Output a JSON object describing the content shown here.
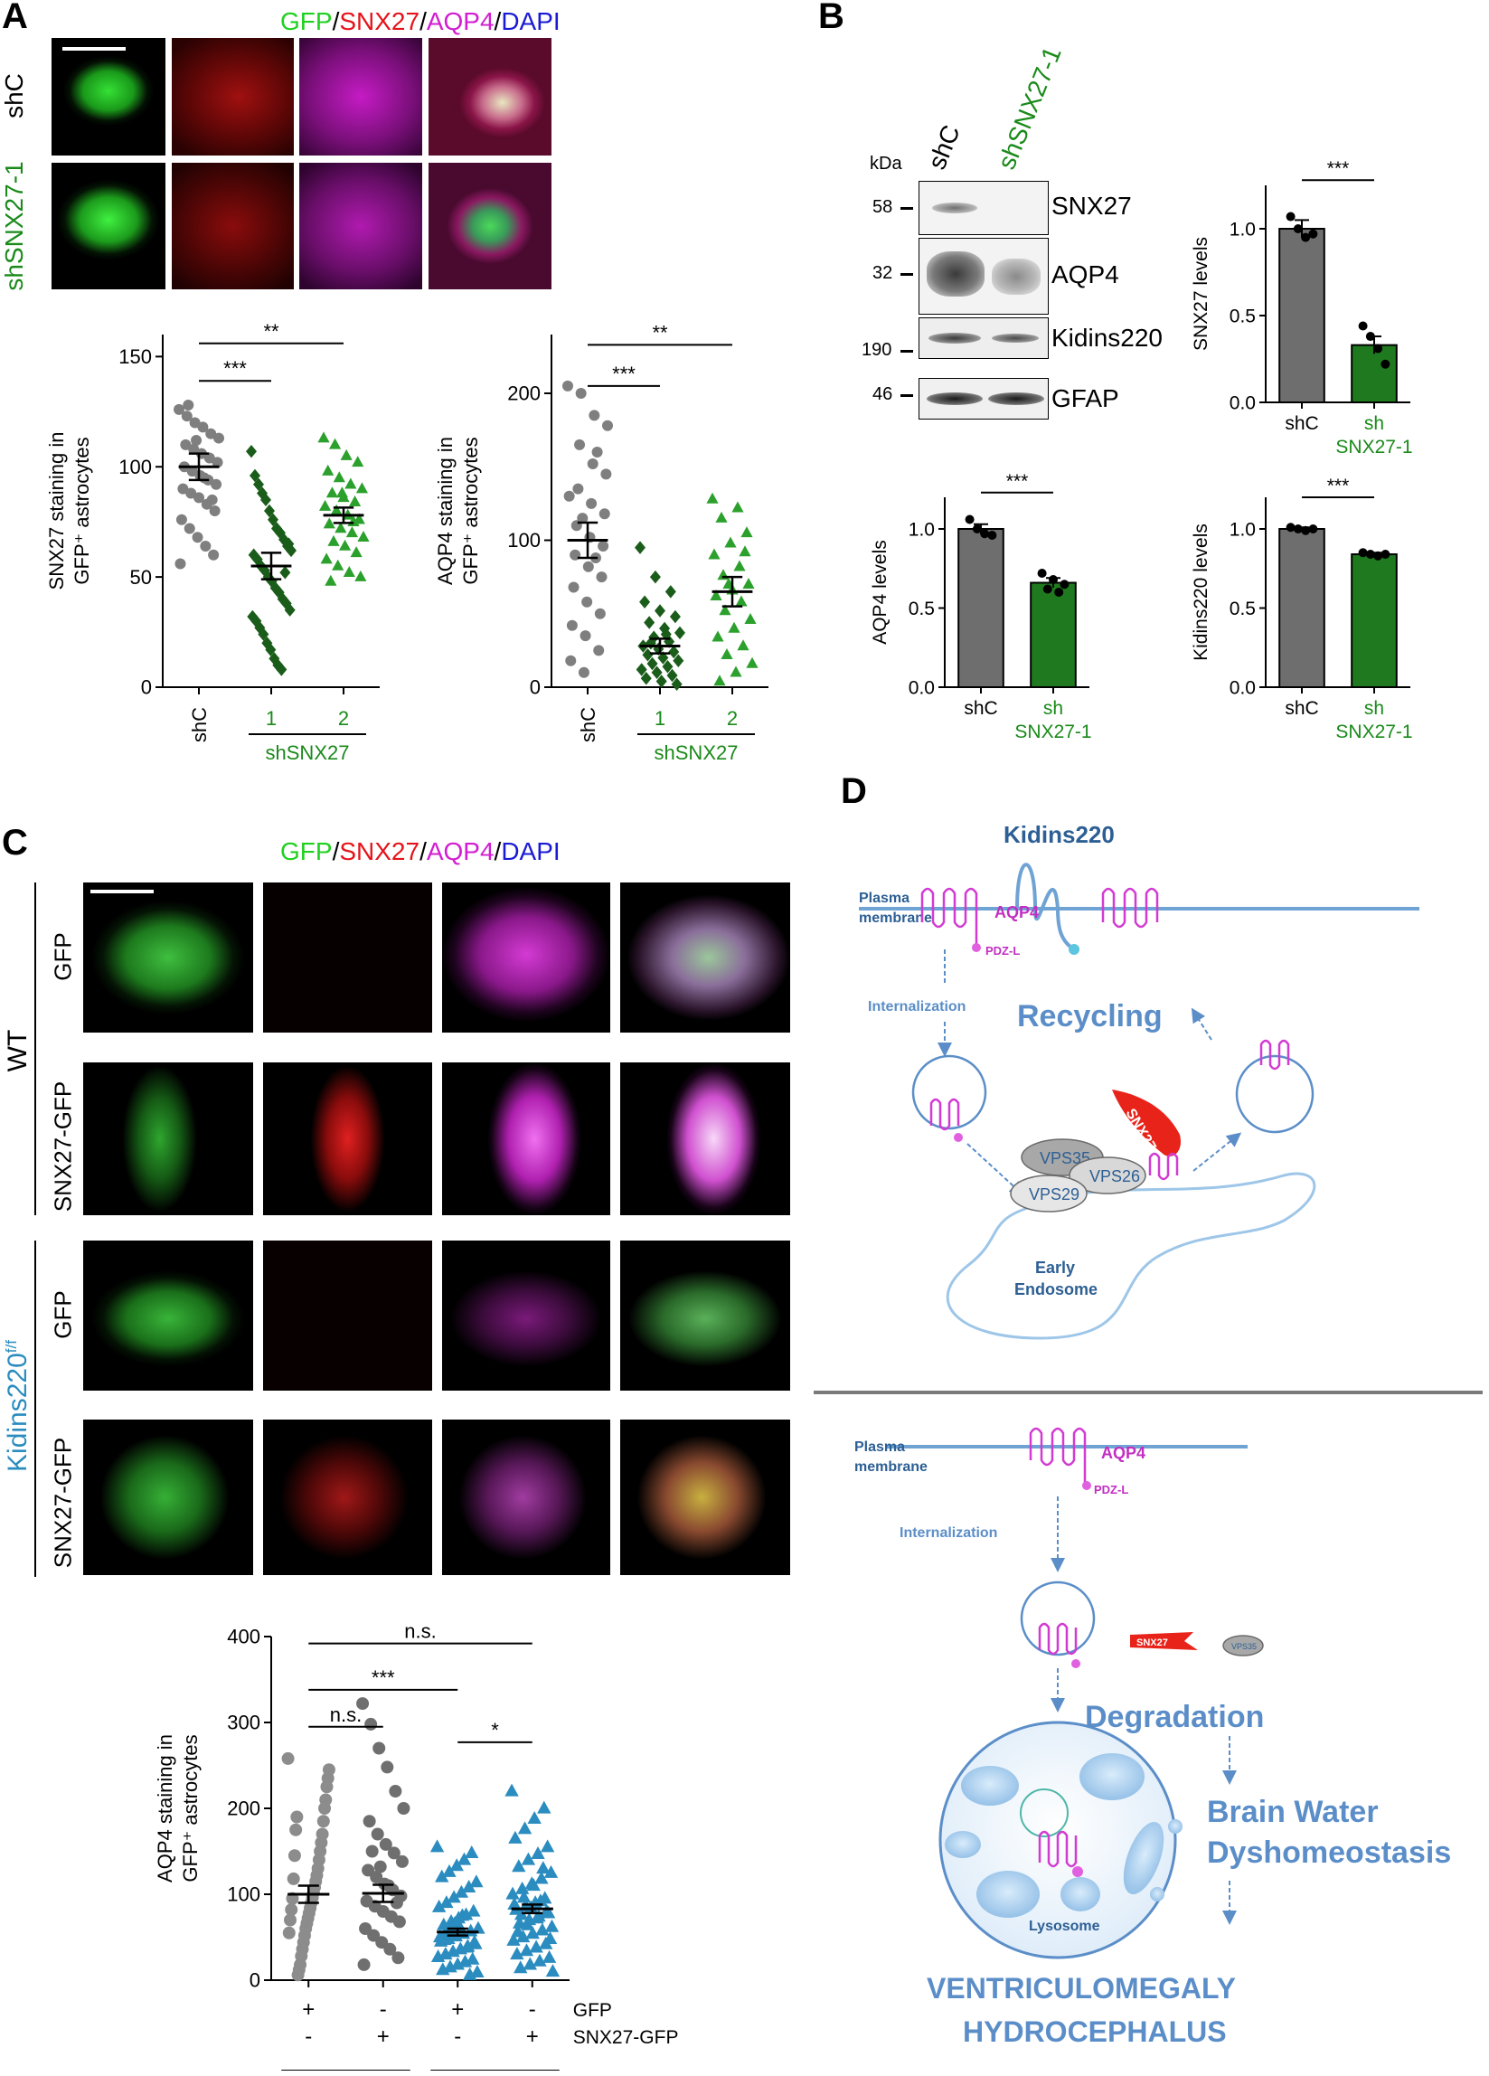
{
  "panels": {
    "a": "A",
    "b": "B",
    "c": "C",
    "d": "D"
  },
  "panel_a": {
    "channel_title": [
      {
        "text": "GFP",
        "color": "#1fd11f"
      },
      {
        "text": "/",
        "color": "#000000"
      },
      {
        "text": "SNX27",
        "color": "#e5141b"
      },
      {
        "text": "/",
        "color": "#000000"
      },
      {
        "text": "AQP4",
        "color": "#d21dd2"
      },
      {
        "text": "/",
        "color": "#000000"
      },
      {
        "text": "DAPI",
        "color": "#1a1ad4"
      }
    ],
    "row_labels": [
      "shC",
      "shSNX27-1"
    ]
  },
  "panel_b": {
    "lanes": [
      "shC",
      "shSNX27-1"
    ],
    "kda_title": "kDa",
    "markers": [
      "58",
      "32",
      "190",
      "46"
    ],
    "bands": [
      "SNX27",
      "AQP4",
      "Kidins220",
      "GFAP"
    ]
  },
  "panel_c": {
    "channel_title": [
      {
        "text": "GFP",
        "color": "#1fd11f"
      },
      {
        "text": "/",
        "color": "#000000"
      },
      {
        "text": "SNX27",
        "color": "#e5141b"
      },
      {
        "text": "/",
        "color": "#000000"
      },
      {
        "text": "AQP4",
        "color": "#d21dd2"
      },
      {
        "text": "/",
        "color": "#000000"
      },
      {
        "text": "DAPI",
        "color": "#1a1ad4"
      }
    ],
    "group_labels": [
      "WT",
      "Kidins220",
      "f/f"
    ],
    "row_labels": [
      "GFP",
      "SNX27-GFP",
      "GFP",
      "SNX27-GFP"
    ]
  },
  "panel_d": {
    "top": {
      "kidins220": "Kidins220",
      "plasma": "Plasma",
      "membrane": "membrane",
      "aqp4": "AQP4",
      "pdzl": "PDZ-L",
      "internalization": "Internalization",
      "recycling": "Recycling",
      "snx27": "SNX27",
      "vps35": "VPS35",
      "vps26": "VPS26",
      "vps29": "VPS29",
      "early": "Early",
      "endosome": "Endosome"
    },
    "bottom": {
      "plasma": "Plasma",
      "membrane": "membrane",
      "aqp4": "AQP4",
      "pdzl": "PDZ-L",
      "internalization": "Internalization",
      "snx27": "SNX27",
      "vps35": "VPS35",
      "degradation": "Degradation",
      "brain": "Brain Water",
      "dysho": "Dyshomeostasis",
      "lysosome": "Lysosome",
      "ventriculo": "VENTRICULOMEGALY",
      "hydro": "HYDROCEPHALUS"
    }
  },
  "chart_data": [
    {
      "id": "a-snx27",
      "type": "scatter",
      "ylabel": [
        "SNX27 staining in",
        "GFP⁺ astrocytes"
      ],
      "ylim": [
        0,
        160
      ],
      "yticks": [
        0,
        50,
        100,
        150
      ],
      "categories": [
        "shC",
        "1",
        "2"
      ],
      "category_colors": [
        "#000000",
        "#1a8a1a",
        "#1a8a1a"
      ],
      "group_label": "shSNX27",
      "means": [
        100,
        55,
        78
      ],
      "sems": [
        6,
        6,
        3.5
      ],
      "markers": [
        "circle",
        "diamond",
        "triangle"
      ],
      "colors": [
        "#7f7f7f",
        "#1a5c1a",
        "#2ca02c"
      ],
      "points": [
        [
          126,
          123,
          120,
          118,
          115,
          113,
          110,
          108,
          106,
          104,
          102,
          100,
          98,
          96,
          94,
          92,
          90,
          88,
          86,
          83,
          80,
          76,
          72,
          68,
          64,
          60,
          56,
          128,
          112,
          95,
          85
        ],
        [
          107,
          96,
          92,
          88,
          85,
          80,
          76,
          72,
          70,
          67,
          64,
          62,
          60,
          58,
          55,
          53,
          50,
          48,
          45,
          43,
          40,
          38,
          35,
          32,
          30,
          27,
          24,
          20,
          17,
          13,
          10,
          8,
          52,
          65
        ],
        [
          113,
          110,
          105,
          102,
          98,
          95,
          92,
          90,
          88,
          86,
          84,
          82,
          80,
          78,
          76,
          74,
          72,
          70,
          68,
          66,
          64,
          61,
          58,
          55,
          52,
          50,
          48,
          88,
          75
        ]
      ],
      "sig": [
        {
          "from": 0,
          "to": 1,
          "label": "***",
          "y": 139
        },
        {
          "from": 0,
          "to": 2,
          "label": "**",
          "y": 156
        }
      ]
    },
    {
      "id": "a-aqp4",
      "type": "scatter",
      "ylabel": [
        "AQP4 staining in",
        "GFP⁺ astrocytes"
      ],
      "ylim": [
        0,
        240
      ],
      "yticks": [
        0,
        100,
        200
      ],
      "categories": [
        "shC",
        "1",
        "2"
      ],
      "category_colors": [
        "#000000",
        "#1a8a1a",
        "#1a8a1a"
      ],
      "group_label": "shSNX27",
      "means": [
        100,
        28,
        65
      ],
      "sems": [
        12,
        5,
        10
      ],
      "markers": [
        "circle",
        "diamond",
        "triangle"
      ],
      "colors": [
        "#7f7f7f",
        "#1a5c1a",
        "#2ca02c"
      ],
      "points": [
        [
          205,
          200,
          185,
          178,
          165,
          152,
          145,
          135,
          125,
          118,
          110,
          102,
          96,
          90,
          82,
          75,
          68,
          58,
          50,
          42,
          35,
          25,
          18,
          10,
          160,
          130,
          115,
          88
        ],
        [
          95,
          75,
          65,
          58,
          52,
          48,
          44,
          40,
          37,
          34,
          31,
          28,
          26,
          24,
          22,
          20,
          18,
          16,
          14,
          12,
          10,
          8,
          6,
          4,
          2,
          30,
          36
        ],
        [
          128,
          122,
          115,
          105,
          98,
          90,
          82,
          76,
          70,
          66,
          62,
          58,
          52,
          46,
          40,
          34,
          28,
          22,
          16,
          10,
          4,
          92,
          70
        ]
      ],
      "sig": [
        {
          "from": 0,
          "to": 1,
          "label": "***",
          "y": 205
        },
        {
          "from": 0,
          "to": 2,
          "label": "**",
          "y": 233
        }
      ]
    },
    {
      "id": "b-snx27",
      "type": "bar",
      "ylabel": [
        "SNX27 levels"
      ],
      "ylim": [
        0,
        1.25
      ],
      "yticks": [
        0,
        0.5,
        1.0
      ],
      "ytick_labels": [
        "0.0",
        "0.5",
        "1.0"
      ],
      "categories": [
        "shC",
        "sh\nSNX27-1"
      ],
      "category_colors": [
        "#000000",
        "#1a8a1a"
      ],
      "values": [
        1.0,
        0.33
      ],
      "errors": [
        0.05,
        0.05
      ],
      "colors": [
        "#6e6e6e",
        "#1f7a1f"
      ],
      "points": [
        [
          1.07,
          1.0,
          0.95,
          0.97
        ],
        [
          0.44,
          0.38,
          0.31,
          0.22
        ]
      ],
      "sig": [
        {
          "from": 0,
          "to": 1,
          "label": "***",
          "y": 1.28
        }
      ]
    },
    {
      "id": "b-aqp4",
      "type": "bar",
      "ylabel": [
        "AQP4 levels"
      ],
      "ylim": [
        0,
        1.2
      ],
      "yticks": [
        0,
        0.5,
        1.0
      ],
      "ytick_labels": [
        "0.0",
        "0.5",
        "1.0"
      ],
      "categories": [
        "shC",
        "sh\nSNX27-1"
      ],
      "category_colors": [
        "#000000",
        "#1a8a1a"
      ],
      "values": [
        1.0,
        0.66
      ],
      "errors": [
        0.03,
        0.03
      ],
      "colors": [
        "#6e6e6e",
        "#1f7a1f"
      ],
      "points": [
        [
          1.06,
          1.0,
          0.97,
          0.96
        ],
        [
          0.72,
          0.68,
          0.65,
          0.62,
          0.6
        ]
      ],
      "sig": [
        {
          "from": 0,
          "to": 1,
          "label": "***",
          "y": 1.23
        }
      ]
    },
    {
      "id": "b-kidins",
      "type": "bar",
      "ylabel": [
        "Kidins220 levels"
      ],
      "ylim": [
        0,
        1.2
      ],
      "yticks": [
        0,
        0.5,
        1.0
      ],
      "ytick_labels": [
        "0.0",
        "0.5",
        "1.0"
      ],
      "categories": [
        "shC",
        "sh\nSNX27-1"
      ],
      "category_colors": [
        "#000000",
        "#1a8a1a"
      ],
      "values": [
        1.0,
        0.84
      ],
      "errors": [
        0.01,
        0.01
      ],
      "colors": [
        "#6e6e6e",
        "#1f7a1f"
      ],
      "points": [
        [
          1.01,
          1.0,
          0.99,
          1.0
        ],
        [
          0.85,
          0.84,
          0.83,
          0.84
        ]
      ],
      "sig": [
        {
          "from": 0,
          "to": 1,
          "label": "***",
          "y": 1.2
        }
      ]
    },
    {
      "id": "c-aqp4",
      "type": "scatter",
      "ylabel": [
        "AQP4 staining in",
        "GFP⁺ astrocytes"
      ],
      "ylim": [
        0,
        400
      ],
      "yticks": [
        0,
        100,
        200,
        300,
        400
      ],
      "categories": [
        "",
        "",
        "",
        ""
      ],
      "means": [
        100,
        101,
        56,
        83
      ],
      "sems": [
        10,
        10,
        4,
        5
      ],
      "markers": [
        "circle",
        "circle",
        "triangle",
        "triangle"
      ],
      "colors": [
        "#8c8c8c",
        "#6f6f6f",
        "#2b8cbf",
        "#2b8cbf"
      ],
      "rows": [
        {
          "label": "GFP",
          "values": [
            "+",
            "-",
            "+",
            "-"
          ]
        },
        {
          "label": "SNX27-GFP",
          "values": [
            "-",
            "+",
            "-",
            "+"
          ]
        }
      ],
      "groups": [
        {
          "label": "WT",
          "color": "#000000",
          "from": 0,
          "to": 1
        },
        {
          "label": "Kidins220",
          "sup": "f/f",
          "color": "#2b8cbf",
          "from": 2,
          "to": 3
        }
      ],
      "points": [
        [
          258,
          245,
          235,
          225,
          210,
          200,
          185,
          170,
          160,
          150,
          140,
          130,
          122,
          115,
          108,
          102,
          96,
          90,
          84,
          78,
          72,
          66,
          60,
          52,
          44,
          36,
          28,
          18,
          12,
          6,
          190,
          175,
          145,
          118,
          95,
          82,
          70,
          55
        ],
        [
          322,
          298,
          270,
          248,
          220,
          200,
          185,
          170,
          158,
          148,
          138,
          128,
          120,
          112,
          105,
          98,
          92,
          86,
          80,
          74,
          68,
          60,
          52,
          44,
          36,
          26,
          18,
          150,
          132,
          110,
          90
        ],
        [
          155,
          148,
          140,
          133,
          126,
          120,
          114,
          108,
          102,
          96,
          90,
          85,
          80,
          76,
          72,
          68,
          64,
          60,
          57,
          54,
          51,
          48,
          45,
          42,
          39,
          36,
          33,
          30,
          27,
          24,
          21,
          18,
          15,
          12,
          9,
          6,
          75,
          66,
          58,
          50,
          44,
          38,
          62,
          55,
          47
        ],
        [
          220,
          200,
          188,
          176,
          165,
          155,
          147,
          140,
          132,
          125,
          118,
          112,
          106,
          100,
          95,
          90,
          86,
          82,
          78,
          74,
          70,
          66,
          62,
          58,
          54,
          50,
          46,
          42,
          38,
          34,
          30,
          26,
          22,
          18,
          14,
          10,
          130,
          110,
          96,
          88,
          80,
          72,
          64,
          56,
          48,
          92,
          84,
          76
        ]
      ],
      "sig": [
        {
          "from": 0,
          "to": 1,
          "label": "n.s.",
          "y": 295
        },
        {
          "from": 2,
          "to": 3,
          "label": "*",
          "y": 277
        },
        {
          "from": 0,
          "to": 2,
          "label": "***",
          "y": 338
        },
        {
          "from": 0,
          "to": 3,
          "label": "n.s.",
          "y": 392
        }
      ]
    }
  ]
}
